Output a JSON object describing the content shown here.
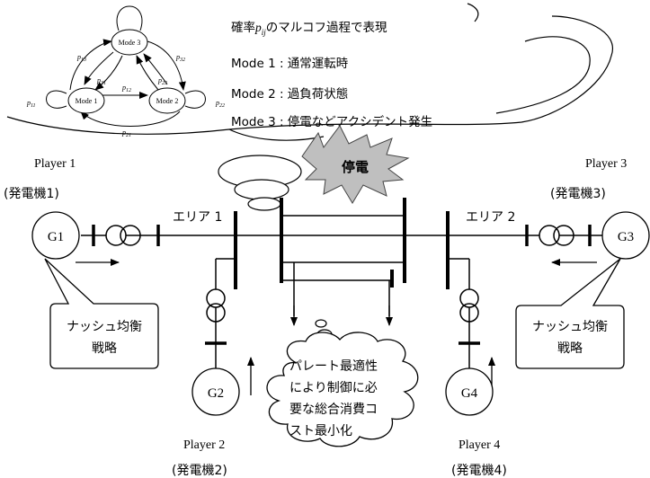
{
  "markov": {
    "states": {
      "mode3": "Mode 3",
      "mode1": "Mode 1",
      "mode2": "Mode 2"
    },
    "probabilities": {
      "p13": "p13",
      "p32": "p32",
      "p31": "p31",
      "p23": "p23",
      "p12": "p12",
      "p11": "p11",
      "p22": "p22",
      "p21": "p21"
    }
  },
  "legend": {
    "line1_prefix": "確率",
    "line1_symbol": "p",
    "line1_subscript": "ij",
    "line1_suffix": "のマルコフ過程で表現",
    "line2": "Mode 1 : 通常運転時",
    "line3": "Mode 2 : 過負荷状態",
    "line4": "Mode 3 : 停電などアクシデント発生"
  },
  "outage": {
    "label": "停電"
  },
  "areas": {
    "area1": "エリア 1",
    "area2": "エリア 2"
  },
  "players": {
    "p1": {
      "name": "Player 1",
      "gen": "(発電機1)",
      "node": "G1"
    },
    "p2": {
      "name": "Player 2",
      "gen": "(発電機2)",
      "node": "G2"
    },
    "p3": {
      "name": "Player 3",
      "gen": "(発電機3)",
      "node": "G3"
    },
    "p4": {
      "name": "Player 4",
      "gen": "(発電機4)",
      "node": "G4"
    }
  },
  "callouts": {
    "nash_left": [
      "ナッシュ均衡",
      "戦略"
    ],
    "nash_right": [
      "ナッシュ均衡",
      "戦略"
    ],
    "pareto": [
      "パレート最適性",
      "により制御に必",
      "要な総合消費コ",
      "スト最小化"
    ]
  }
}
